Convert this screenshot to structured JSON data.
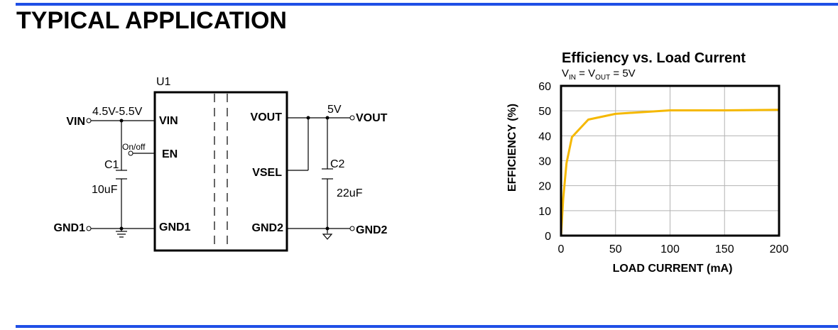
{
  "section_title": "TYPICAL APPLICATION",
  "schematic": {
    "chip_ref": "U1",
    "pin_vin": "VIN",
    "pin_en": "EN",
    "pin_gnd1": "GND1",
    "pin_vout": "VOUT",
    "pin_vsel": "VSEL",
    "pin_gnd2": "GND2",
    "term_vin": "VIN",
    "term_gnd1": "GND1",
    "term_vout": "VOUT",
    "term_gnd2": "GND2",
    "vin_range": "4.5V-5.5V",
    "onoff": "On/off",
    "c1_name": "C1",
    "c1_value": "10uF",
    "vout_value": "5V",
    "c2_name": "C2",
    "c2_value": "22uF"
  },
  "chart_data": {
    "type": "line",
    "title": "Efficiency vs. Load Current",
    "subtitle": {
      "v1": "V",
      "v1_sub": "IN",
      "eq1": " = V",
      "v2_sub": "OUT",
      "eq2": " = 5V"
    },
    "xlabel": "LOAD CURRENT (mA)",
    "ylabel": "EFFICIENCY (%)",
    "xlim": [
      0,
      200
    ],
    "ylim": [
      0,
      60
    ],
    "xticks": [
      "0",
      "50",
      "100",
      "150",
      "200"
    ],
    "yticks": [
      "0",
      "10",
      "20",
      "30",
      "40",
      "50",
      "60"
    ],
    "grid": true,
    "series": [
      {
        "color": "#f5b800",
        "x": [
          0,
          2,
          5,
          10,
          25,
          50,
          100,
          150,
          200
        ],
        "y": [
          0,
          15,
          29,
          39.5,
          46.5,
          48.8,
          50.2,
          50.2,
          50.4
        ]
      }
    ]
  }
}
